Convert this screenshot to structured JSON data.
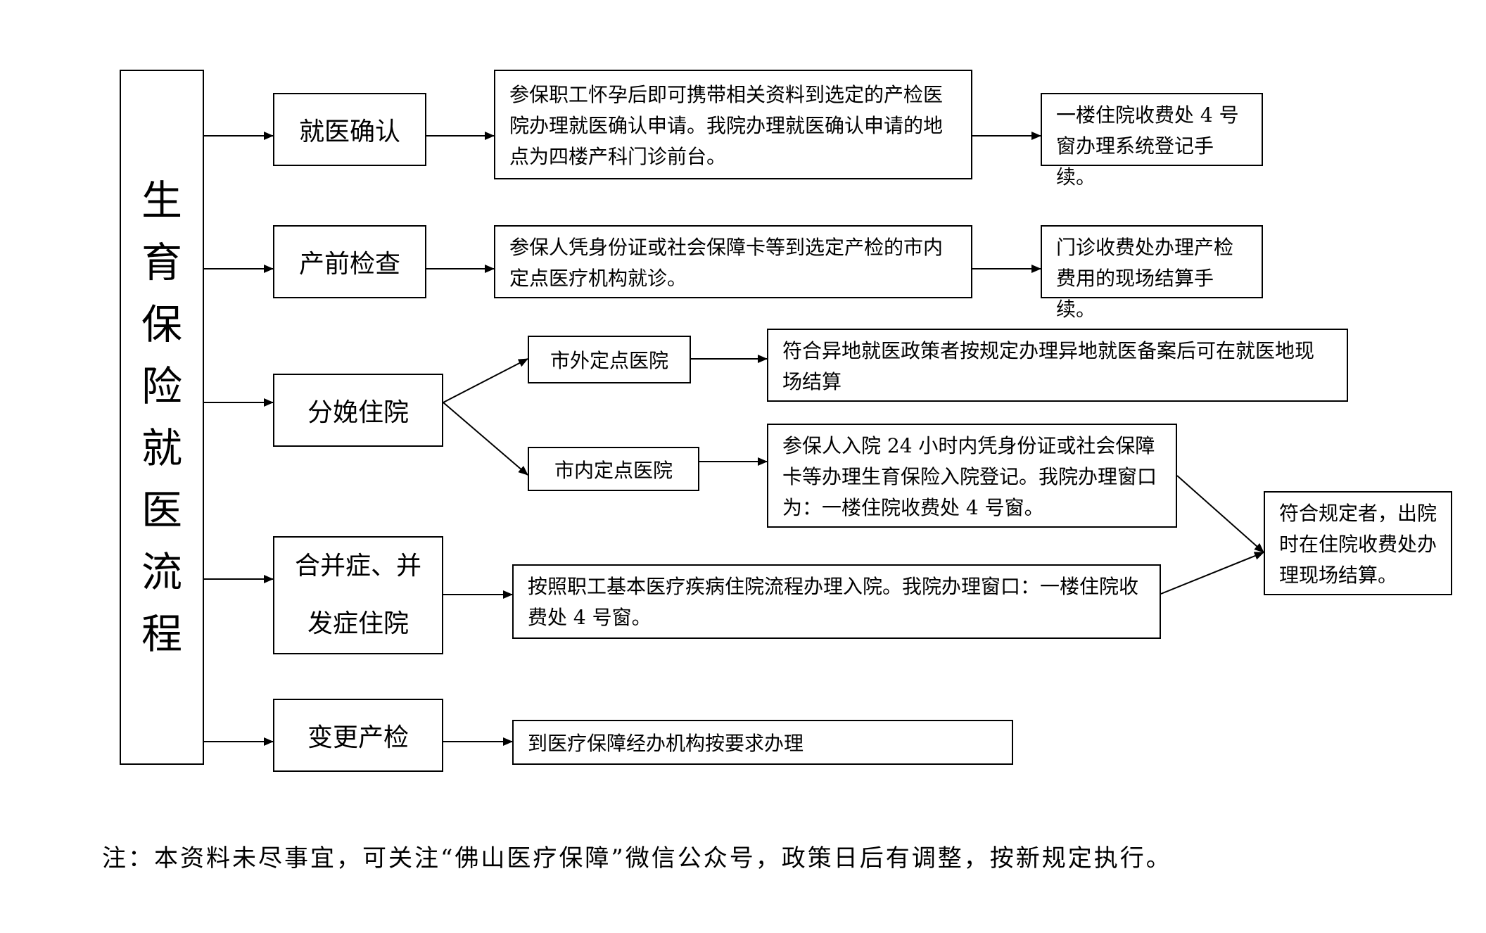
{
  "title_chars": [
    "生",
    "育",
    "保",
    "险",
    "就",
    "医",
    "流",
    "程"
  ],
  "steps": {
    "medical_confirm": {
      "label": "就医确认",
      "detail": "参保职工怀孕后即可携带相关资料到选定的产检医院办理就医确认申请。我院办理就医确认申请的地点为四楼产科门诊前台。",
      "result": "一楼住院收费处 4 号窗办理系统登记手续。"
    },
    "prenatal_check": {
      "label": "产前检查",
      "detail": "参保人凭身份证或社会保障卡等到选定产检的市内定点医疗机构就诊。",
      "result": "门诊收费处办理产检费用的现场结算手续。"
    },
    "delivery": {
      "label": "分娩住院",
      "outside": {
        "label": "市外定点医院",
        "detail": "符合异地就医政策者按规定办理异地就医备案后可在就医地现场结算"
      },
      "inside": {
        "label": "市内定点医院",
        "detail": "参保人入院 24 小时内凭身份证或社会保障卡等办理生育保险入院登记。我院办理窗口为：一楼住院收费处 4 号窗。"
      }
    },
    "complication": {
      "label_line1": "合并症、并",
      "label_line2": "发症住院",
      "detail": "按照职工基本医疗疾病住院流程办理入院。我院办理窗口：一楼住院收费处 4 号窗。"
    },
    "change_checkup": {
      "label": "变更产检",
      "detail": "到医疗保障经办机构按要求办理"
    },
    "settlement": "符合规定者，出院时在住院收费处办理现场结算。"
  },
  "note": "注：本资料未尽事宜，可关注“佛山医疗保障”微信公众号，政策日后有调整，按新规定执行。"
}
